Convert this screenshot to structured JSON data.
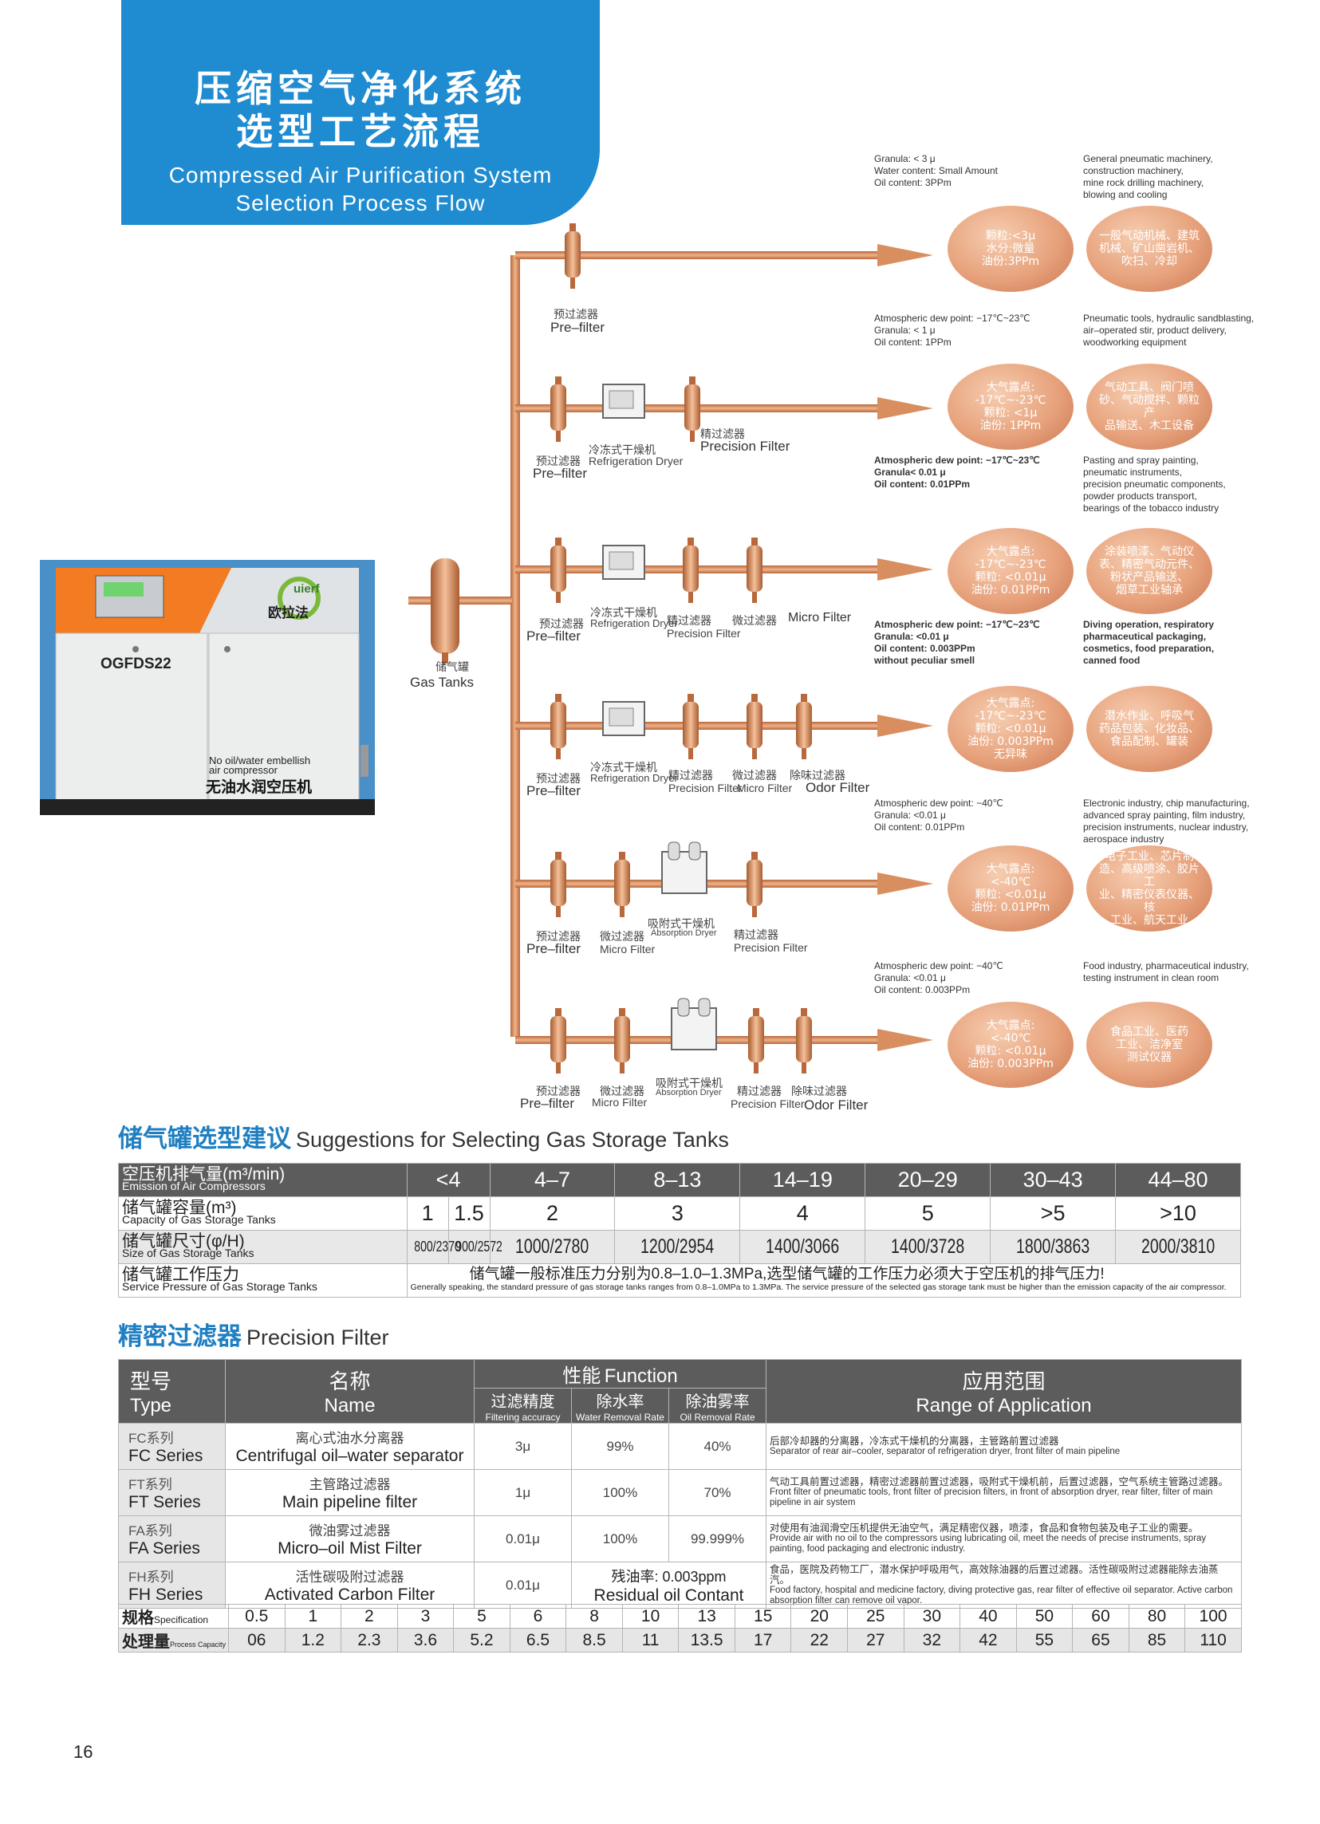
{
  "header": {
    "title_zh_line1": "压缩空气净化系统",
    "title_zh_line2": "选型工艺流程",
    "title_en_line1": "Compressed Air Purification System",
    "title_en_line2": "Selection Process Flow"
  },
  "machine": {
    "model": "OGFDS22",
    "brand": "uierf",
    "brand_zh": "欧拉法",
    "caption_en_line1": "No oil/water embellish",
    "caption_en_line2": "air compressor",
    "caption_zh": "无油水润空压机"
  },
  "gas_tank": {
    "label_zh": "储气罐",
    "label_en": "Gas Tanks"
  },
  "flow_rows": [
    {
      "labels": [
        {
          "zh": "预过滤器",
          "en": "Pre–filter"
        }
      ],
      "spec_note": [
        "Granula: < 3 μ",
        "Water content: Small Amount",
        "Oil content: 3PPm"
      ],
      "app_note": [
        "General pneumatic machinery,",
        "construction machinery,",
        "mine rock drilling machinery,",
        "blowing and cooling"
      ],
      "quality_bubble": [
        "颗粒:<3μ",
        "水分:微量",
        "油份:3PPm"
      ],
      "app_bubble": [
        "一般气动机械、建筑",
        "机械、矿山凿岩机、",
        "吹扫、冷却"
      ]
    },
    {
      "labels": [
        {
          "zh": "预过滤器",
          "en": "Pre–filter"
        },
        {
          "zh": "冷冻式干燥机",
          "en": "Refrigeration Dryer"
        },
        {
          "zh": "精过滤器",
          "en": "Precision Filter"
        }
      ],
      "spec_note": [
        "Atmospheric dew point: −17℃~23℃",
        "Granula: < 1 μ",
        "Oil content: 1PPm"
      ],
      "app_note": [
        "Pneumatic tools, hydraulic sandblasting,",
        "air–operated stir, product delivery,",
        "woodworking equipment"
      ],
      "quality_bubble": [
        "大气露点:",
        "-17℃~-23℃",
        "颗粒: <1μ",
        "油份: 1PPm"
      ],
      "app_bubble": [
        "气动工具、阀门喷",
        "砂、气动搅拌、颗粒产",
        "品输送、木工设备"
      ]
    },
    {
      "labels": [
        {
          "zh": "预过滤器",
          "en": "Pre–filter"
        },
        {
          "zh": "冷冻式干燥机",
          "en": "Refrigeration Dryer"
        },
        {
          "zh": "精过滤器",
          "en": "Precision Filter"
        },
        {
          "zh": "微过滤器",
          "en": "Micro Filter"
        }
      ],
      "spec_note": [
        "Atmospheric dew point: −17℃~23℃",
        "Granula< 0.01 μ",
        "Oil content: 0.01PPm"
      ],
      "app_note": [
        "Pasting and spray painting,",
        "pneumatic instruments,",
        "precision pneumatic components,",
        "powder products transport,",
        "bearings of the tobacco industry"
      ],
      "quality_bubble": [
        "大气露点:",
        "-17℃~-23℃",
        "颗粒: <0.01μ",
        "油份: 0.01PPm"
      ],
      "app_bubble": [
        "涂装喷漆、气动仪",
        "表、精密气动元件、",
        "粉状产品输送、",
        "烟草工业轴承"
      ]
    },
    {
      "labels": [
        {
          "zh": "预过滤器",
          "en": "Pre–filter"
        },
        {
          "zh": "冷冻式干燥机",
          "en": "Refrigeration Dryer"
        },
        {
          "zh": "精过滤器",
          "en": "Precision Filter"
        },
        {
          "zh": "微过滤器",
          "en": "Micro Filter"
        },
        {
          "zh": "除味过滤器",
          "en": "Odor Filter"
        }
      ],
      "spec_note": [
        "Atmospheric dew point: −17℃~23℃",
        "Granula: <0.01 μ",
        "Oil content: 0.003PPm",
        "without peculiar smell"
      ],
      "app_note": [
        "Diving operation, respiratory",
        "pharmaceutical packaging,",
        "cosmetics, food preparation,",
        "canned food"
      ],
      "quality_bubble": [
        "大气露点:",
        "-17℃~-23℃",
        "颗粒: <0.01μ",
        "油份: 0.003PPm",
        "无异味"
      ],
      "app_bubble": [
        "潜水作业、呼吸气",
        "药品包装、化妆品、",
        "食品配制、罐装"
      ]
    },
    {
      "labels": [
        {
          "zh": "预过滤器",
          "en": "Pre–filter"
        },
        {
          "zh": "微过滤器",
          "en": "Micro Filter"
        },
        {
          "zh": "吸附式干燥机",
          "en": "Absorption Dryer"
        },
        {
          "zh": "精过滤器",
          "en": "Precision Filter"
        }
      ],
      "spec_note": [
        "Atmospheric dew point: −40℃",
        "Granula: <0.01 μ",
        "Oil content: 0.01PPm"
      ],
      "app_note": [
        "Electronic industry, chip manufacturing,",
        "advanced spray painting, film industry,",
        "precision instruments, nuclear industry,",
        "aerospace industry"
      ],
      "quality_bubble": [
        "大气露点:",
        "<-40℃",
        "颗粒: <0.01μ",
        "油份: 0.01PPm"
      ],
      "app_bubble": [
        "电子工业、芯片制",
        "造、高级喷涂、胶片工",
        "业、精密仪表仪器、核",
        "工业、航天工业"
      ]
    },
    {
      "labels": [
        {
          "zh": "预过滤器",
          "en": "Pre–filter"
        },
        {
          "zh": "微过滤器",
          "en": "Micro Filter"
        },
        {
          "zh": "吸附式干燥机",
          "en": "Absorption Dryer"
        },
        {
          "zh": "精过滤器",
          "en": "Precision Filter"
        },
        {
          "zh": "除味过滤器",
          "en": "Odor Filter"
        }
      ],
      "spec_note": [
        "Atmospheric dew point: −40℃",
        "Granula: <0.01 μ",
        "Oil content: 0.003PPm"
      ],
      "app_note": [
        "Food industry, pharmaceutical industry,",
        "testing instrument in clean room"
      ],
      "quality_bubble": [
        "大气露点:",
        "<-40℃",
        "颗粒: <0.01μ",
        "油份: 0.003PPm"
      ],
      "app_bubble": [
        "食品工业、医药",
        "工业、洁净室",
        "测试仪器"
      ]
    }
  ],
  "tank_section": {
    "title_zh": "储气罐选型建议",
    "title_en": "Suggestions for Selecting Gas Storage Tanks",
    "row_labels": [
      {
        "zh": "空压机排气量(m³/min)",
        "en": "Emission of Air Compressors"
      },
      {
        "zh": "储气罐容量(m³)",
        "en": "Capacity of Gas Storage Tanks"
      },
      {
        "zh": "储气罐尺寸(φ/H)",
        "en": "Size of Gas Storage Tanks"
      },
      {
        "zh": "储气罐工作压力",
        "en": "Service Pressure of Gas Storage Tanks"
      }
    ],
    "emission": [
      "<4",
      "4–7",
      "8–13",
      "14–19",
      "20–29",
      "30–43",
      "44–80"
    ],
    "capacity": [
      "1",
      "1.5",
      "2",
      "3",
      "4",
      "5",
      ">5",
      ">10"
    ],
    "size": [
      "800/2370",
      "900/2572",
      "1000/2780",
      "1200/2954",
      "1400/3066",
      "1400/3728",
      "1800/3863",
      "2000/3810"
    ],
    "pressure_note_zh": "储气罐一般标准压力分别为0.8–1.0–1.3MPa,选型储气罐的工作压力必须大于空压机的排气压力!",
    "pressure_note_en": "Generally speaking, the standard pressure of gas storage tanks ranges from 0.8–1.0MPa to 1.3MPa. The service pressure of the selected gas storage tank must be higher than the emission capacity of the air compressor."
  },
  "filter_section": {
    "title_zh": "精密过滤器",
    "title_en": "Precision Filter",
    "headers": {
      "type_zh": "型号",
      "type_en": "Type",
      "name_zh": "名称",
      "name_en": "Name",
      "function_zh": "性能",
      "function_en": "Function",
      "accuracy_zh": "过滤精度",
      "accuracy_en": "Filtering accuracy",
      "water_zh": "除水率",
      "water_en": "Water Removal Rate",
      "oil_zh": "除油雾率",
      "oil_en": "Oil Removal Rate",
      "range_zh": "应用范围",
      "range_en": "Range of Application"
    },
    "rows": [
      {
        "series_zh": "FC系列",
        "series_en": "FC Series",
        "name_zh": "离心式油水分离器",
        "name_en": "Centrifugal oil–water separator",
        "accuracy": "3μ",
        "water": "99%",
        "oil": "40%",
        "app_zh": "后部冷却器的分离器，冷冻式干燥机的分离器，主管路前置过滤器",
        "app_en": "Separator of rear air–cooler, separator of refrigeration dryer, front filter of main pipeline"
      },
      {
        "series_zh": "FT系列",
        "series_en": "FT Series",
        "name_zh": "主管路过滤器",
        "name_en": "Main pipeline filter",
        "accuracy": "1μ",
        "water": "100%",
        "oil": "70%",
        "app_zh": "气动工具前置过滤器，精密过滤器前置过滤器，吸附式干燥机前，后置过滤器，空气系统主管路过滤器。",
        "app_en": "Front filter of pneumatic tools, front filter of precision filters, in front of absorption dryer, rear filter, filter of main pipeline in air system"
      },
      {
        "series_zh": "FA系列",
        "series_en": "FA Series",
        "name_zh": "微油雾过滤器",
        "name_en": "Micro–oil Mist Filter",
        "accuracy": "0.01μ",
        "water": "100%",
        "oil": "99.999%",
        "app_zh": "对使用有油润滑空压机提供无油空气，满足精密仪器，喷漆，食品和食物包装及电子工业的需要。",
        "app_en": "Provide air with no oil to the compressors using lubricating oil, meet the needs of precise instruments, spray painting, food packaging and electronic industry."
      },
      {
        "series_zh": "FH系列",
        "series_en": "FH Series",
        "name_zh": "活性碳吸附过滤器",
        "name_en": "Activated Carbon Filter",
        "accuracy": "0.01μ",
        "residual_zh": "残油率: 0.003ppm",
        "residual_en": "Residual oil Contant",
        "app_zh": "食品，医院及药物工厂，潜水保护呼吸用气，高效除油器的后置过滤器。活性碳吸附过滤器能除去油蒸汽。",
        "app_en": "Food factory, hospital and medicine factory, diving protective gas, rear filter of effective oil separator. Active carbon absorption filter can remove oil vapor."
      }
    ],
    "spec_label_zh": "规格",
    "spec_label_en": "Specification",
    "cap_label_zh": "处理量",
    "cap_label_en": "Process Capacity",
    "specification": [
      "0.5",
      "1",
      "2",
      "3",
      "5",
      "6",
      "8",
      "10",
      "13",
      "15",
      "20",
      "25",
      "30",
      "40",
      "50",
      "60",
      "80",
      "100"
    ],
    "capacity": [
      "06",
      "1.2",
      "2.3",
      "3.6",
      "5.2",
      "6.5",
      "8.5",
      "11",
      "13.5",
      "17",
      "22",
      "27",
      "32",
      "42",
      "55",
      "65",
      "85",
      "110"
    ]
  },
  "page_number": "16",
  "colors": {
    "banner": "#1f8bd0",
    "pipe": "#d98e5f",
    "header_gray": "#5c5c5c",
    "title_blue": "#1f7fc2"
  }
}
